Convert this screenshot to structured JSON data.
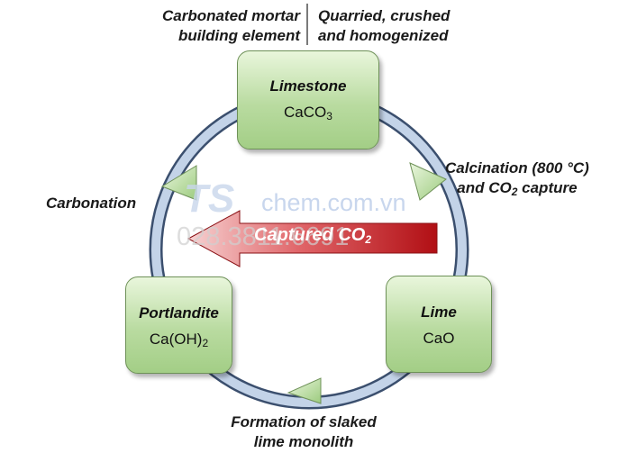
{
  "header": {
    "left_line1": "Carbonated mortar",
    "left_line2": "building element",
    "right_line1": "Quarried, crushed",
    "right_line2": "and homogenized"
  },
  "nodes": {
    "limestone": {
      "name": "Limestone",
      "formula_main": "CaCO",
      "formula_sub": "3"
    },
    "lime": {
      "name": "Lime",
      "formula": "CaO"
    },
    "portlandite": {
      "name": "Portlandite",
      "formula_main": "Ca(OH)",
      "formula_sub": "2"
    }
  },
  "steps": {
    "calcination_line1": "Calcination (800 °C)",
    "calcination_line2_pre": "and CO",
    "calcination_line2_sub": "2",
    "calcination_line2_post": " capture",
    "carbonation": "Carbonation",
    "formation_line1": "Formation of slaked",
    "formation_line2": "lime monolith"
  },
  "center_arrow": {
    "text_main": "Captured CO",
    "text_sub": "2"
  },
  "watermark": {
    "logo": "TS",
    "domain": "chem.com.vn",
    "phone": "028.3811.6691"
  },
  "colors": {
    "box_green": "#b9dba0",
    "arrowhead_green": "#a9d48c",
    "ring_blue": "#8aa2c2",
    "center_arrow_red": "#c4141a"
  }
}
